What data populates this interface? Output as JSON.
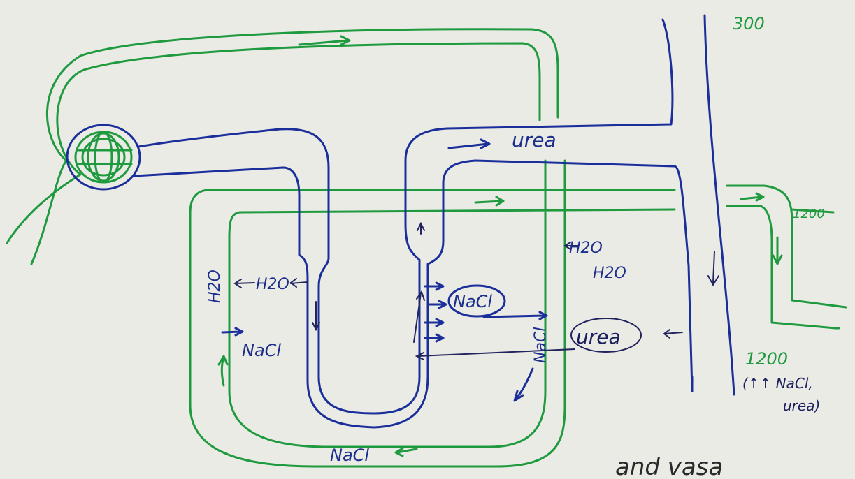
{
  "colors": {
    "paper": "#ebebe6",
    "nephron_blue": "#1b2f9a",
    "vasa_green": "#1f9a3f",
    "ink_dark": "#22245e"
  },
  "labels": {
    "top_osmolarity": "300",
    "bottom_osmolarity": "1200",
    "bottom_note_line1": "(↑↑ NaCl,",
    "bottom_note_line2": "urea)",
    "struck_value": "1200",
    "urea_top": "urea",
    "h2o_left_a": "H2O",
    "h2o_left_b": "H2O",
    "nacl_left": "NaCl",
    "nacl_center_circled": "NaCl",
    "urea_circled": "urea",
    "nacl_vertical": "NaCl",
    "h2o_right_a": "H2O",
    "h2o_right_b": "H2O",
    "nacl_bottom": "NaCl",
    "caption_partial": "and vasa"
  },
  "icons": {
    "arrow": "arrow-icon",
    "glomerulus": "glomerulus-icon"
  }
}
